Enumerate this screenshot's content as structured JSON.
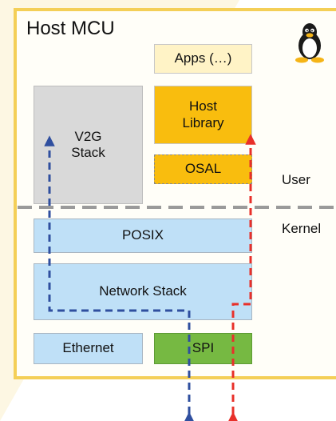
{
  "title": "Host MCU",
  "blocks": {
    "apps": "Apps (…)",
    "v2g_line1": "V2G",
    "v2g_line2": "Stack",
    "host_line1": "Host",
    "host_line2": "Library",
    "osal": "OSAL",
    "posix": "POSIX",
    "network_stack": "Network Stack",
    "ethernet": "Ethernet",
    "spi": "SPI"
  },
  "layer_labels": {
    "user": "User",
    "kernel": "Kernel"
  },
  "icons": {
    "os_logo": "tux-penguin-icon"
  },
  "colors": {
    "frame": "#f4cf57",
    "app_layer": "#fff3c6",
    "host_library": "#f9bd0e",
    "v2g_stack": "#d9d9d9",
    "kernel_blocks": "#bfe0f7",
    "spi": "#76b942",
    "v2g_path": "#2f4f9f",
    "host_path": "#e8302a",
    "separator": "#9a9a9a"
  }
}
